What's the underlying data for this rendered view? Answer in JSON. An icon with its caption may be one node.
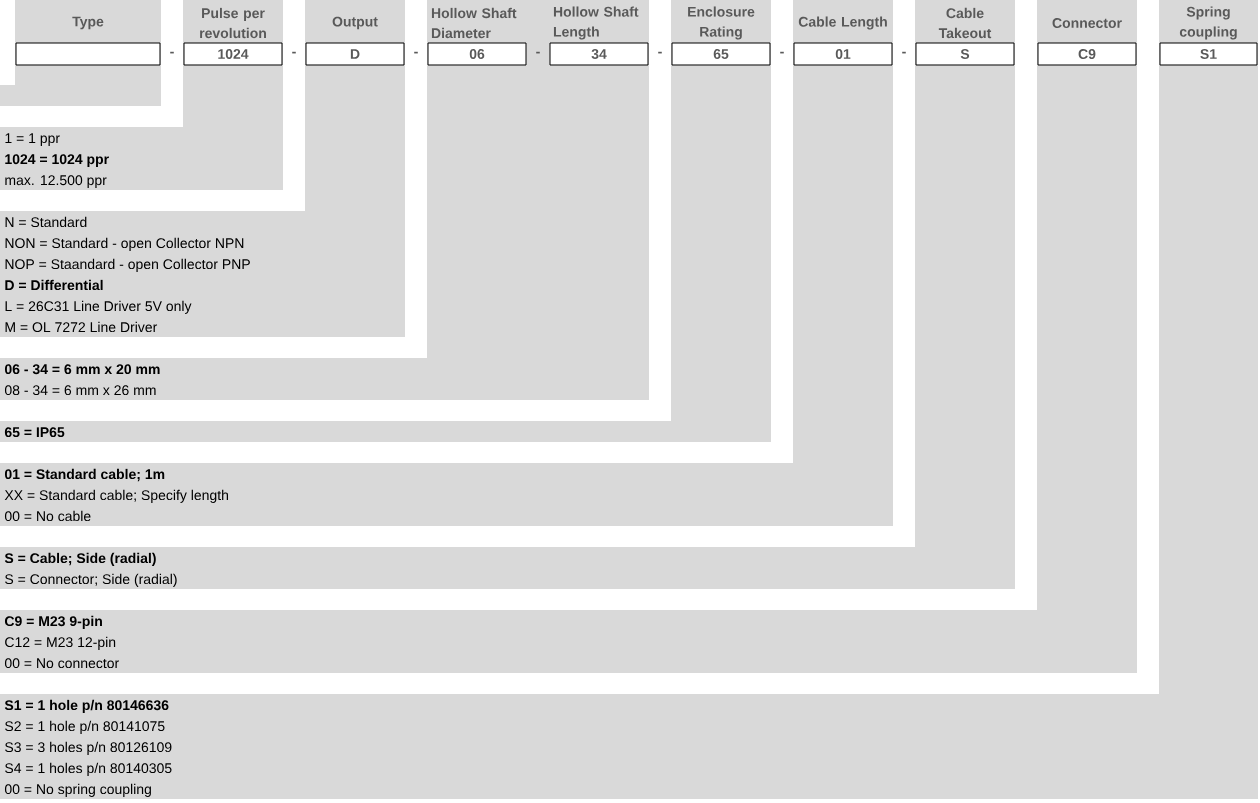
{
  "diagram": {
    "nodes": [
      {
        "text": [
          "Type"
        ]
      },
      {
        "text": [],
        "shape": "box",
        "in": 0
      },
      {
        "text": [
          "Pulse per revolution",
          "1 = 1 ppr",
          "1024 = 1024 ppr",
          "max. 12.500 ppr"
        ]
      },
      {
        "text": [
          "1024"
        ],
        "in": 2
      },
      {
        "text": [
          "Output",
          "N = Standard",
          "NON = Standard - open Collector NPN",
          "NOP = Staandard - open Collector PNP",
          "D = Differential",
          "L = 26C31 Line Driver 5V only",
          "M = OL 7272 Line Driver"
        ]
      },
      {
        "text": [
          "D"
        ],
        "in": 4
      },
      {
        "text": [
          "Hollow Shaft Diameter",
          "Hollow Shaft Length",
          "06 - 34 = 6 mm x 20 mm",
          "08 - 34 = 6 mm x 26 mm"
        ]
      },
      {
        "text": [
          "06"
        ],
        "in": 6
      },
      {
        "text": [
          "34"
        ],
        "in": 6
      },
      {
        "text": [
          "Enclosure Rating",
          "65 = IP65"
        ]
      },
      {
        "text": [
          "65"
        ],
        "in": 9
      },
      {
        "text": [
          "Cable Length",
          "01 = Standard cable; 1m",
          "XX = Standard cable; Specify length",
          "00 = No cable"
        ]
      },
      {
        "text": [
          "01"
        ],
        "in": 11
      },
      {
        "text": [
          "Cable Takeout",
          "S = Cable; Side (radial)",
          "S = Connector; Side (radial)"
        ]
      },
      {
        "text": [
          "S"
        ],
        "in": 13
      },
      {
        "text": [
          "Connector",
          "C9 = M23 9-pin",
          "C12 = M23 12-pin",
          "00 = No connector"
        ]
      },
      {
        "text": [
          "C9"
        ],
        "in": 15
      },
      {
        "text": [
          "Spring coupling",
          "S1 = 1 hole p/n 80146636",
          "S2 = 1 hole p/n 80141075",
          "S3 = 3 holes p/n 80126109",
          "S4 = 1 holes p/n 80140305",
          "00 = No spring coupling"
        ]
      },
      {
        "text": [
          "S1"
        ],
        "in": 17
      }
    ],
    "labels": [
      "-",
      "-",
      "-",
      "-",
      "-",
      "-",
      "-"
    ]
  }
}
